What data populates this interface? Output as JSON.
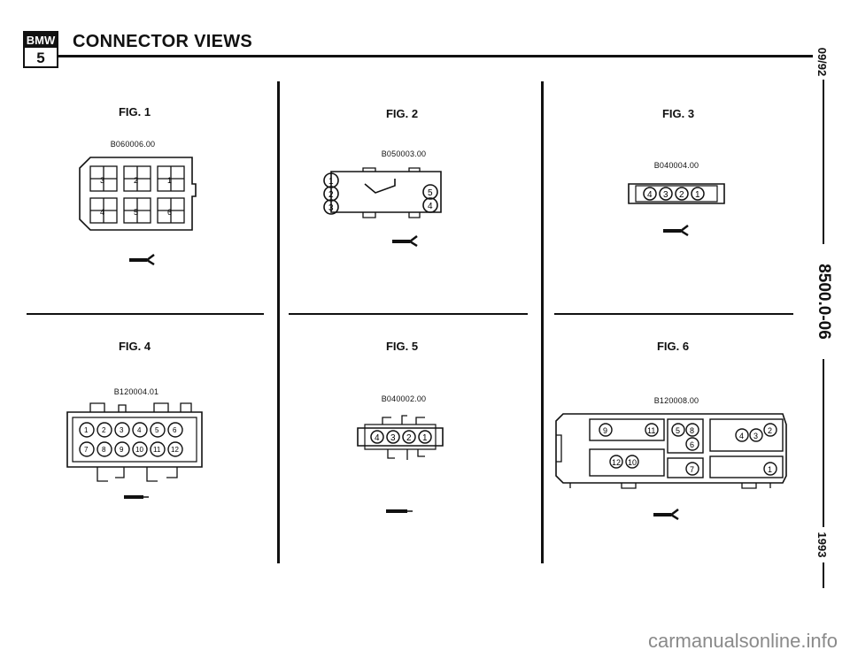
{
  "header": {
    "logo_text": "BMW",
    "logo_series": "5",
    "title": "CONNECTOR VIEWS"
  },
  "sidebar": {
    "date": "09/92",
    "section": "8500.0-06",
    "year": "1993"
  },
  "figures": [
    {
      "label": "FIG. 1",
      "code": "B060006.00",
      "pins": [
        "3",
        "2",
        "1",
        "4",
        "5",
        "6"
      ]
    },
    {
      "label": "FIG. 2",
      "code": "B050003.00",
      "pins": [
        "1",
        "2",
        "3",
        "5",
        "4"
      ]
    },
    {
      "label": "FIG. 3",
      "code": "B040004.00",
      "pins": [
        "4",
        "3",
        "2",
        "1"
      ]
    },
    {
      "label": "FIG. 4",
      "code": "B120004.01",
      "pins": [
        "1",
        "2",
        "3",
        "4",
        "5",
        "6",
        "7",
        "8",
        "9",
        "10",
        "11",
        "12"
      ]
    },
    {
      "label": "FIG. 5",
      "code": "B040002.00",
      "pins": [
        "4",
        "3",
        "2",
        "1"
      ]
    },
    {
      "label": "FIG. 6",
      "code": "B120008.00",
      "pins": [
        "9",
        "11",
        "5",
        "8",
        "6",
        "4",
        "3",
        "2",
        "12",
        "10",
        "7",
        "1"
      ]
    }
  ],
  "footer": {
    "watermark": "carmanualsonline.info"
  }
}
